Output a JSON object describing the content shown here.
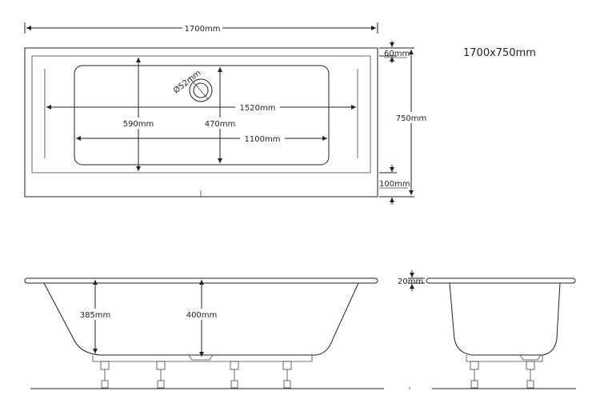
{
  "title": "1700x750mm",
  "plan": {
    "length": "1700mm",
    "width": "750mm",
    "rim_end": "60mm",
    "rim_side": "100mm",
    "waste_diameter": "Ø52mm",
    "base_length": "1520mm",
    "floor_length": "1100mm",
    "inner_width": "590mm",
    "floor_width": "470mm"
  },
  "side": {
    "depth_end": "385mm",
    "depth_center": "400mm"
  },
  "end_view": {
    "rim_thickness": "20mm"
  }
}
